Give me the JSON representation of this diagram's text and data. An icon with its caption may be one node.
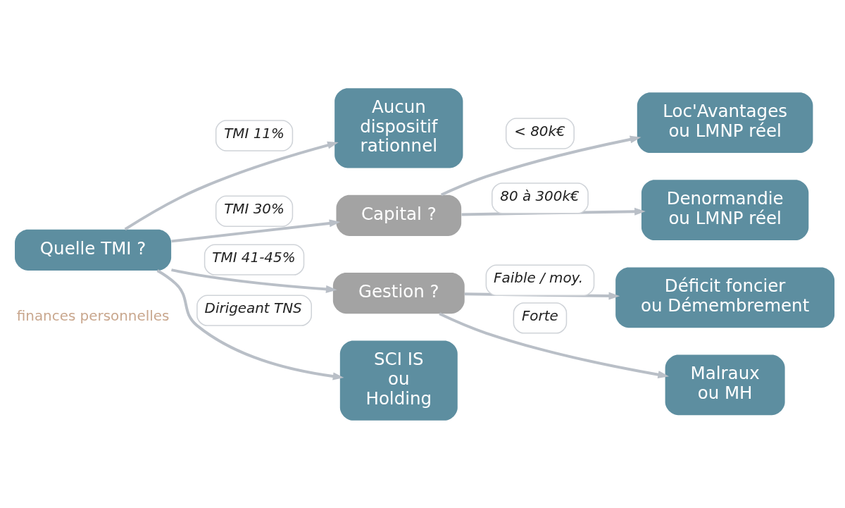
{
  "diagram": {
    "nodes": [
      {
        "text": [
          "Quelle TMI ?"
        ]
      },
      {
        "text": [
          "Aucun dispositif rationnel"
        ]
      },
      {
        "text": [
          "Capital ?"
        ]
      },
      {
        "text": [
          "Loc'Avantages ou LMNP réel"
        ]
      },
      {
        "text": [
          "Denormandie ou LMNP réel"
        ]
      },
      {
        "text": [
          "Gestion ?"
        ]
      },
      {
        "text": [
          "Déficit foncier ou Démembrement"
        ]
      },
      {
        "text": [
          "Malraux ou MH"
        ]
      },
      {
        "text": [
          "SCI IS ou Holding"
        ]
      }
    ],
    "edges": [
      {
        "from": 0,
        "to": 1,
        "arrow": "to",
        "label": "TMI 11%"
      },
      {
        "from": 0,
        "to": 2,
        "arrow": "to",
        "label": "TMI 30%"
      },
      {
        "from": 2,
        "to": 3,
        "arrow": "to",
        "label": "< 80k€"
      },
      {
        "from": 2,
        "to": 4,
        "arrow": "to",
        "label": "80 à 300k€"
      },
      {
        "from": 0,
        "to": 5,
        "arrow": "to",
        "label": "TMI 41-45%"
      },
      {
        "from": 5,
        "to": 6,
        "arrow": "to",
        "label": "Faible / moy."
      },
      {
        "from": 5,
        "to": 7,
        "arrow": "to",
        "label": "Forte"
      },
      {
        "from": 0,
        "to": 8,
        "arrow": "to",
        "label": "Dirigeant TNS"
      }
    ],
    "labels": [
      "finances personnelles"
    ]
  }
}
